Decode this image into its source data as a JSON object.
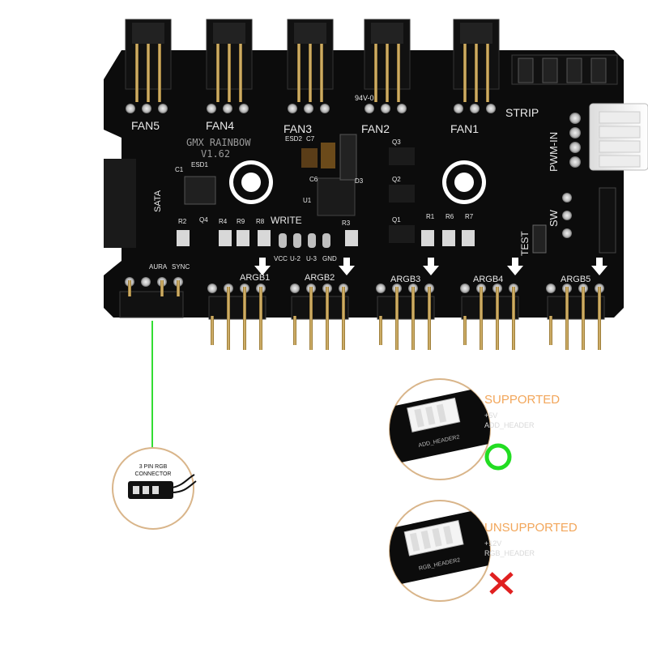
{
  "board": {
    "model_text": "GMX RAINBOW",
    "version_text": "V1.62",
    "sata_label": "SATA",
    "rating_text": "94V-0",
    "fan_labels": [
      "FAN5",
      "FAN4",
      "FAN3",
      "FAN2",
      "FAN1"
    ],
    "strip_label": "STRIP",
    "pwm_label": "PWM-IN",
    "sw_label": "SW",
    "test_label": "TEST",
    "write_label": "WRITE",
    "aura_label": "AURA",
    "sync_label": "SYNC",
    "pin_labels": [
      "VCC",
      "U-2",
      "U-3",
      "GND"
    ],
    "argb_labels": [
      "ARGB1",
      "ARGB2",
      "ARGB3",
      "ARGB4",
      "ARGB5"
    ],
    "component_labels": [
      "C1",
      "ESD1",
      "ESD2",
      "C7",
      "Q4",
      "R2",
      "R4",
      "R9",
      "R8",
      "R3",
      "C6",
      "U1",
      "D3",
      "Q3",
      "Q2",
      "Q1",
      "R1",
      "R6",
      "R7"
    ]
  },
  "connector_callout": {
    "label_line1": "3 PIN RGB",
    "label_line2": "CONNECTOR"
  },
  "supported": {
    "title": "SUPPORTED",
    "spec_voltage": "+5V",
    "spec_header": "ADD_HEADER",
    "photo_label": "ADD_HEADER2",
    "mark": "circle",
    "title_color": "#f2a65a",
    "mark_color": "#22dd22"
  },
  "unsupported": {
    "title": "UNSUPPORTED",
    "spec_voltage": "+12V",
    "spec_header": "RGB_HEADER",
    "photo_label": "RGB_HEADER2",
    "mark": "cross",
    "title_color": "#f2a65a",
    "mark_color": "#e02020"
  },
  "colors": {
    "pcb": "#0c0c0c",
    "silkscreen": "#e8e8e8",
    "pins": "#c8a24a",
    "callout_line": "#33dd33"
  }
}
